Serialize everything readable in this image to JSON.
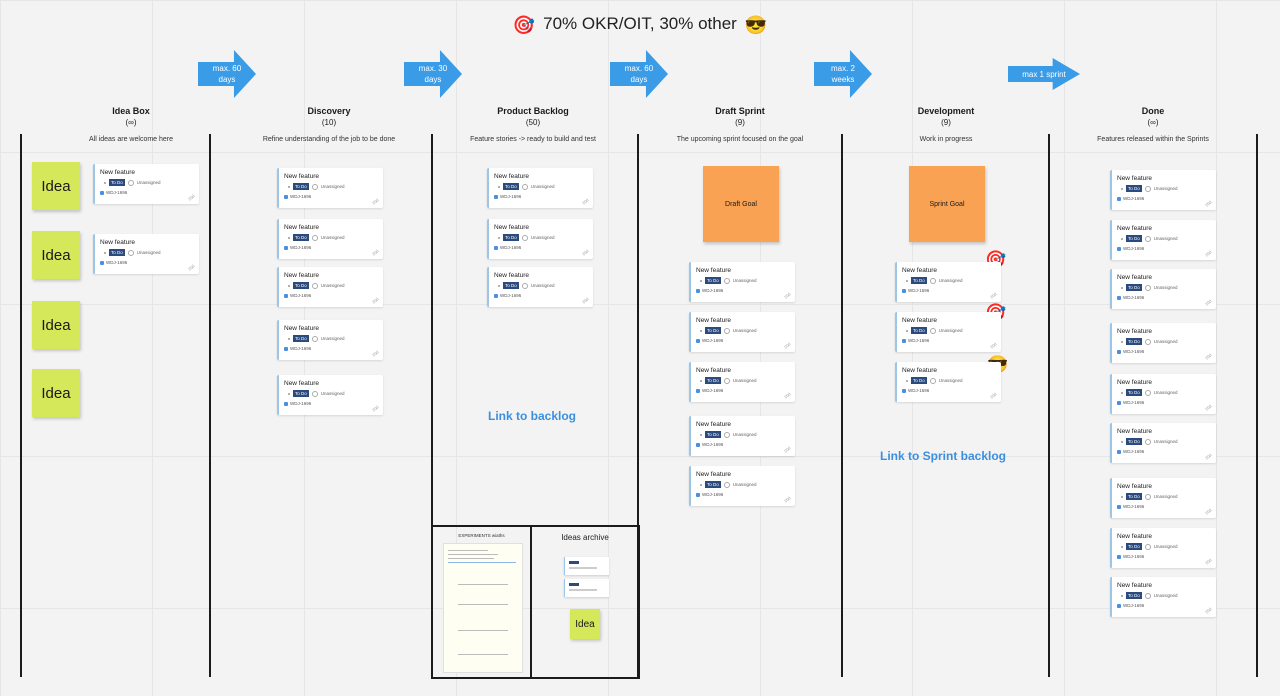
{
  "header": {
    "title": "70% OKR/OIT, 30% other",
    "left_icon": "target-icon",
    "right_icon": "sunglasses-icon"
  },
  "arrows": [
    "max. 60 days",
    "max. 30 days",
    "max. 60 days",
    "max. 2 weeks",
    "max 1 sprint"
  ],
  "columns": [
    {
      "name": "Idea Box",
      "count": "(∞)",
      "desc": "All ideas are welcome here"
    },
    {
      "name": "Discovery",
      "count": "(10)",
      "desc": "Refine understanding of the job to be done"
    },
    {
      "name": "Product Backlog",
      "count": "(50)",
      "desc": "Feature stories -> ready to build and test"
    },
    {
      "name": "Draft Sprint",
      "count": "(9)",
      "desc": "The upcoming sprint focused on the goal"
    },
    {
      "name": "Development",
      "count": "(9)",
      "desc": "Work in progress"
    },
    {
      "name": "Done",
      "count": "(∞)",
      "desc": "Features released within the Sprints"
    }
  ],
  "card": {
    "title": "New feature",
    "status": "To Do",
    "assignee": "Unassigned",
    "key": "WDJ-1696",
    "points": "20d"
  },
  "idea_label": "Idea",
  "goals": {
    "draft": "Draft Goal",
    "sprint": "Sprint Goal"
  },
  "links": {
    "backlog": "Link to backlog",
    "sprint": "Link to Sprint backlog"
  },
  "archive": {
    "experiments_title": "EXPERIMENTS wiaths",
    "ideas_title": "Ideas archive"
  }
}
